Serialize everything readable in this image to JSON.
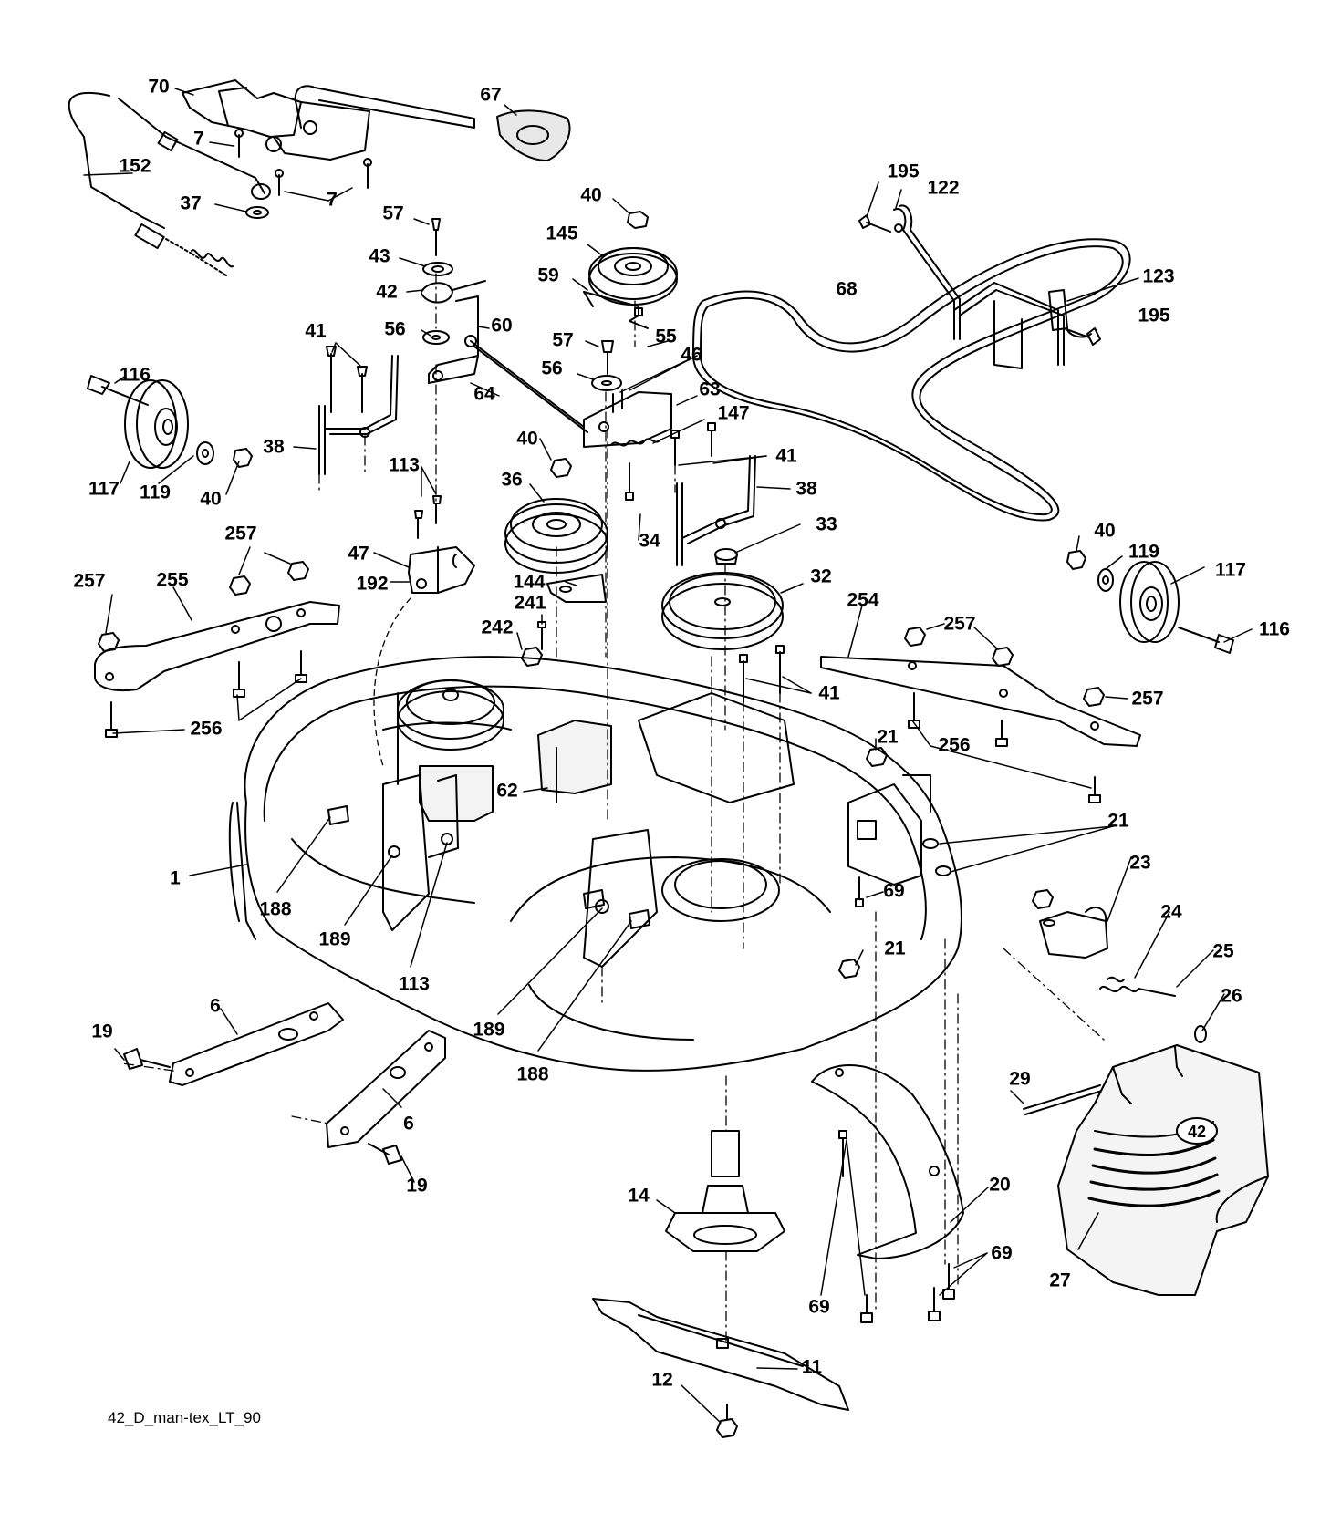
{
  "drawing": {
    "reference_code": "42_D_man-tex_LT_90",
    "deck_badge_text": "42",
    "ink_color": "#000000",
    "paper_color": "#ffffff",
    "shade_color": "#dcdcdc"
  },
  "callouts": [
    {
      "id": "c70",
      "text": "70"
    },
    {
      "id": "c67",
      "text": "67"
    },
    {
      "id": "c7a",
      "text": "7"
    },
    {
      "id": "c152",
      "text": "152"
    },
    {
      "id": "c7b",
      "text": "7"
    },
    {
      "id": "c37",
      "text": "37"
    },
    {
      "id": "c195a",
      "text": "195"
    },
    {
      "id": "c122",
      "text": "122"
    },
    {
      "id": "c40a",
      "text": "40"
    },
    {
      "id": "c145",
      "text": "145"
    },
    {
      "id": "c57a",
      "text": "57"
    },
    {
      "id": "c43",
      "text": "43"
    },
    {
      "id": "c59",
      "text": "59"
    },
    {
      "id": "c68",
      "text": "68"
    },
    {
      "id": "c123",
      "text": "123"
    },
    {
      "id": "c195b",
      "text": "195"
    },
    {
      "id": "c42",
      "text": "42"
    },
    {
      "id": "c60",
      "text": "60"
    },
    {
      "id": "c41a",
      "text": "41"
    },
    {
      "id": "c56a",
      "text": "56"
    },
    {
      "id": "c57b",
      "text": "57"
    },
    {
      "id": "c55",
      "text": "55"
    },
    {
      "id": "c116a",
      "text": "116"
    },
    {
      "id": "c56b",
      "text": "56"
    },
    {
      "id": "c46",
      "text": "46"
    },
    {
      "id": "c64",
      "text": "64"
    },
    {
      "id": "c63",
      "text": "63"
    },
    {
      "id": "c147",
      "text": "147"
    },
    {
      "id": "c38a",
      "text": "38"
    },
    {
      "id": "c40b",
      "text": "40"
    },
    {
      "id": "c41b",
      "text": "41"
    },
    {
      "id": "c113a",
      "text": "113"
    },
    {
      "id": "c117a",
      "text": "117"
    },
    {
      "id": "c119a",
      "text": "119"
    },
    {
      "id": "c40c",
      "text": "40"
    },
    {
      "id": "c36",
      "text": "36"
    },
    {
      "id": "c38b",
      "text": "38"
    },
    {
      "id": "c34",
      "text": "34"
    },
    {
      "id": "c33",
      "text": "33"
    },
    {
      "id": "c257a",
      "text": "257"
    },
    {
      "id": "c47",
      "text": "47"
    },
    {
      "id": "c40d",
      "text": "40"
    },
    {
      "id": "c119b",
      "text": "119"
    },
    {
      "id": "c257b",
      "text": "257"
    },
    {
      "id": "c255",
      "text": "255"
    },
    {
      "id": "c192",
      "text": "192"
    },
    {
      "id": "c144",
      "text": "144"
    },
    {
      "id": "c32",
      "text": "32"
    },
    {
      "id": "c117b",
      "text": "117"
    },
    {
      "id": "c254",
      "text": "254"
    },
    {
      "id": "c257c",
      "text": "257"
    },
    {
      "id": "c241",
      "text": "241"
    },
    {
      "id": "c242",
      "text": "242"
    },
    {
      "id": "c116b",
      "text": "116"
    },
    {
      "id": "c41c",
      "text": "41"
    },
    {
      "id": "c257d",
      "text": "257"
    },
    {
      "id": "c256a",
      "text": "256"
    },
    {
      "id": "c21a",
      "text": "21"
    },
    {
      "id": "c256b",
      "text": "256"
    },
    {
      "id": "c62",
      "text": "62"
    },
    {
      "id": "c21b",
      "text": "21"
    },
    {
      "id": "c1",
      "text": "1"
    },
    {
      "id": "c23",
      "text": "23"
    },
    {
      "id": "c69a",
      "text": "69"
    },
    {
      "id": "c188a",
      "text": "188"
    },
    {
      "id": "c24",
      "text": "24"
    },
    {
      "id": "c189a",
      "text": "189"
    },
    {
      "id": "c21c",
      "text": "21"
    },
    {
      "id": "c25",
      "text": "25"
    },
    {
      "id": "c113b",
      "text": "113"
    },
    {
      "id": "c6a",
      "text": "6"
    },
    {
      "id": "c26",
      "text": "26"
    },
    {
      "id": "c19a",
      "text": "19"
    },
    {
      "id": "c189b",
      "text": "189"
    },
    {
      "id": "c188b",
      "text": "188"
    },
    {
      "id": "c29",
      "text": "29"
    },
    {
      "id": "c6b",
      "text": "6"
    },
    {
      "id": "c19b",
      "text": "19"
    },
    {
      "id": "c20",
      "text": "20"
    },
    {
      "id": "c14",
      "text": "14"
    },
    {
      "id": "c69b",
      "text": "69"
    },
    {
      "id": "c27",
      "text": "27"
    },
    {
      "id": "c69c",
      "text": "69"
    },
    {
      "id": "c11",
      "text": "11"
    },
    {
      "id": "c12",
      "text": "12"
    }
  ]
}
